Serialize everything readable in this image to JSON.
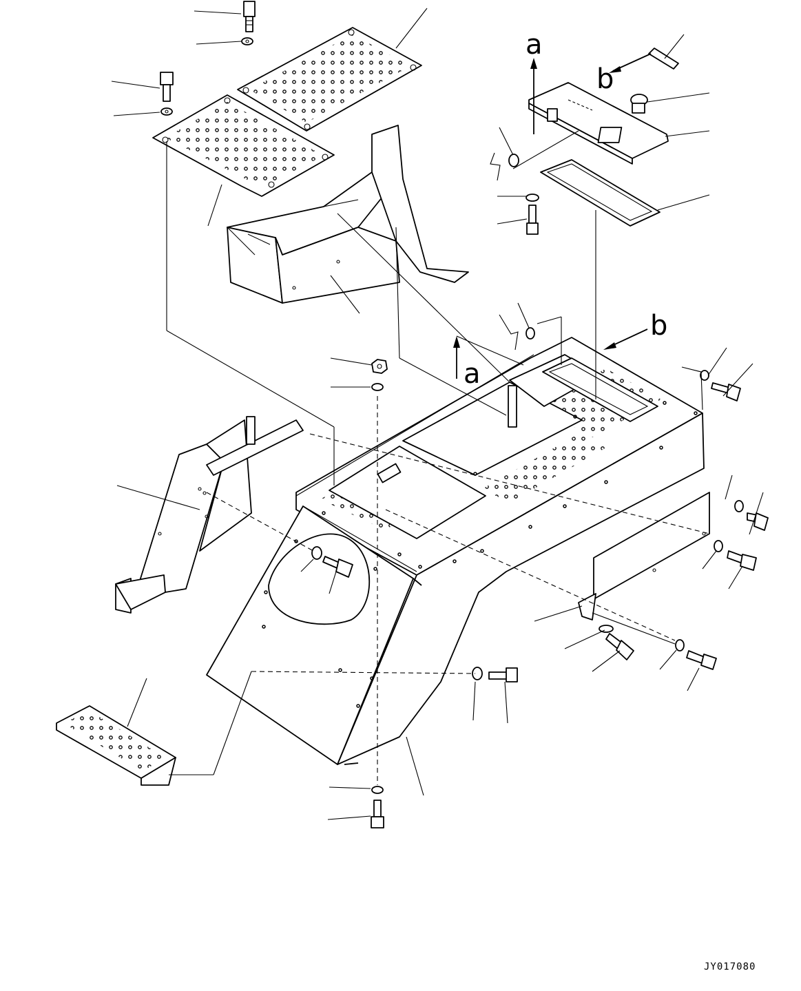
{
  "diagram": {
    "view_labels": {
      "a_top": "a",
      "b_top": "b",
      "a_mid": "a",
      "b_mid": "b"
    },
    "drawing_code": "JY017080"
  }
}
